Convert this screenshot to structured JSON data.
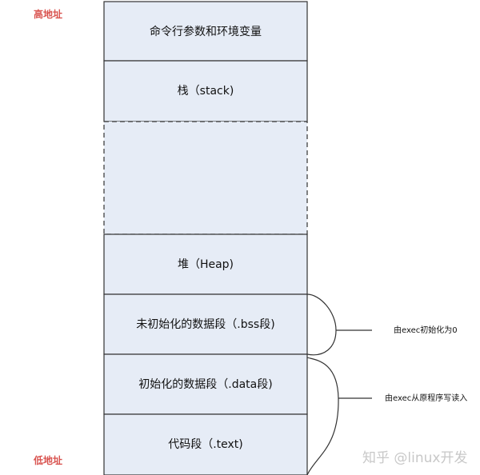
{
  "labels": {
    "high_address": "高地址",
    "low_address": "低地址"
  },
  "segments": [
    {
      "name": "命令行参数和环境变量"
    },
    {
      "name": "栈（stack)"
    },
    {
      "name": ""
    },
    {
      "name": "堆（Heap)"
    },
    {
      "name": "未初始化的数据段（.bss段)"
    },
    {
      "name": "初始化的数据段（.data段)"
    },
    {
      "name": "代码段（.text)"
    }
  ],
  "annotations": {
    "bss_note": "由exec初始化为0",
    "data_note": "由exec从原程序写读入"
  },
  "watermark": "知乎 @linux开发",
  "colors": {
    "segment_fill": "#e6ecf6",
    "address_label": "#d9534f"
  }
}
